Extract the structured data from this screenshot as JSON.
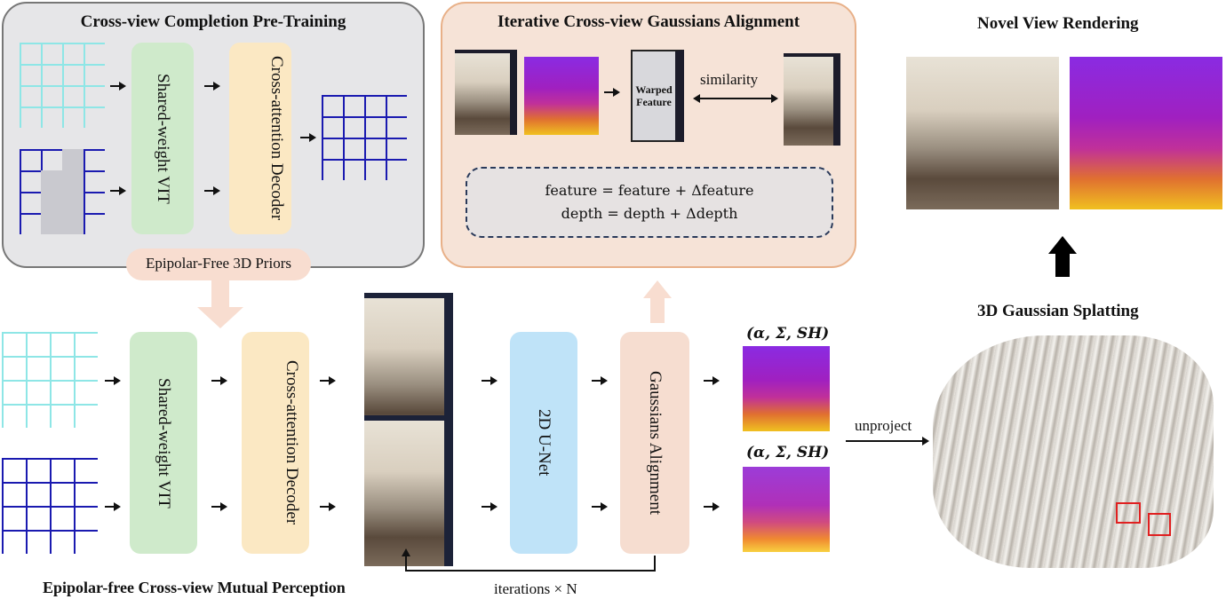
{
  "pretraining": {
    "title": "Cross-view Completion Pre-Training",
    "encoder_label": "Shared-weight VIT",
    "decoder_label": "Cross-attention Decoder",
    "colors": {
      "panel_bg": "#e6e6e8",
      "encoder_bg": "#cfeacb",
      "decoder_bg": "#fbe8c3"
    }
  },
  "priors_label": "Epipolar-Free 3D Priors",
  "alignment_panel": {
    "title": "Iterative Cross-view Gaussians Alignment",
    "warped_label": "Warped Feature",
    "similarity_label": "similarity",
    "equation_feature": "feature = feature + Δfeature",
    "equation_depth": "depth = depth + Δdepth",
    "colors": {
      "panel_bg": "#f6e3d7",
      "panel_border": "#e8b088"
    }
  },
  "mutual_perception": {
    "title": "Epipolar-free Cross-view Mutual Perception",
    "encoder_label": "Shared-weight VIT",
    "decoder_label": "Cross-attention Decoder",
    "unet_label": "2D U-Net",
    "align_label": "Gaussians Alignment",
    "iterations_label": "iterations × N",
    "gaussian_params_1": "(α, Σ, SH)",
    "gaussian_params_2": "(α, Σ, SH)",
    "colors": {
      "unet_bg": "#bfe3f8",
      "align_bg": "#f6ddd0"
    }
  },
  "output": {
    "novel_title": "Novel View Rendering",
    "splat_title": "3D Gaussian Splatting",
    "unproject_label": "unproject"
  }
}
